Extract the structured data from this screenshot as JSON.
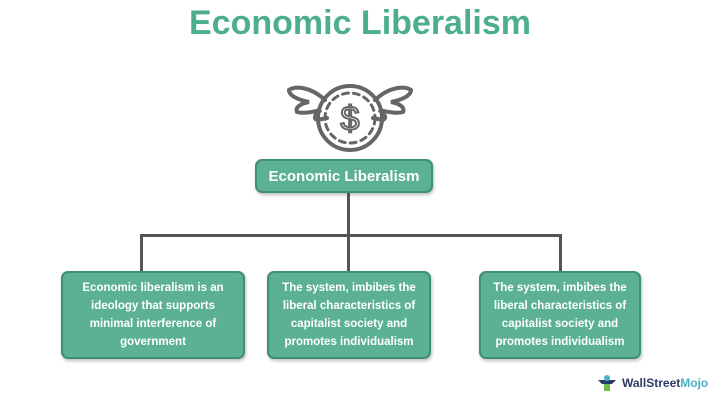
{
  "title": "Economic Liberalism",
  "icon": "winged-dollar-coin-icon",
  "center_box": "Economic Liberalism",
  "branches": [
    "Economic liberalism is an ideology that supports minimal interference of government",
    "The system, imbibes the liberal characteristics of capitalist society and promotes individualism",
    "The system, imbibes the liberal characteristics of capitalist society and promotes individualism"
  ],
  "logo": {
    "part1": "WallStreet",
    "part2": "Mojo"
  },
  "colors": {
    "accent": "#4cae8f",
    "box": "#5bb096",
    "line": "#555555"
  }
}
